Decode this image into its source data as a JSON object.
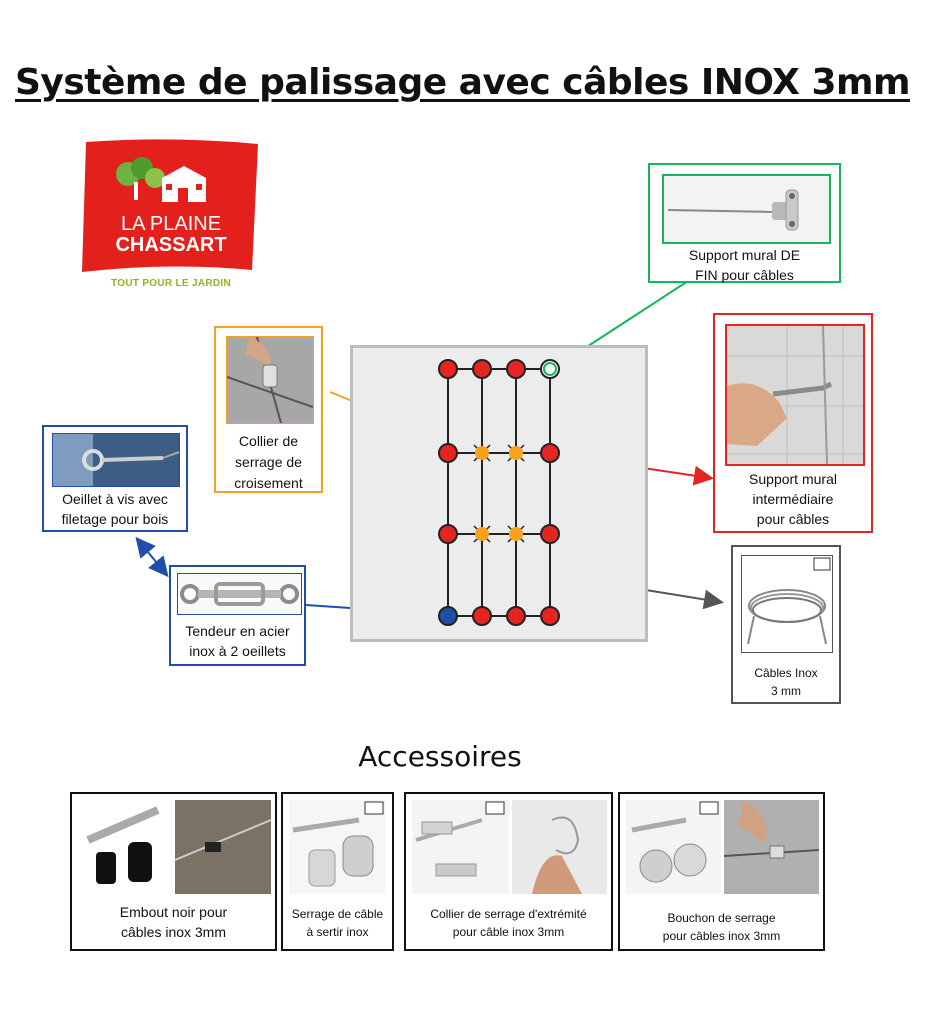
{
  "title": "Système de palissage avec câbles INOX 3mm",
  "logo": {
    "line1": "LA PLAINE",
    "line2": "CHASSART",
    "tagline": "TOUT POUR LE JARDIN",
    "brand_color": "#e3201b",
    "tagline_color": "#8bb522"
  },
  "callouts": {
    "support_fin": {
      "line1": "Support mural DE",
      "line2": "FIN pour câbles",
      "color": "#18b65a"
    },
    "support_intermediaire": {
      "line1": "Support mural",
      "line2": "intermédiaire",
      "line3": "pour câbles",
      "color": "#e52521"
    },
    "collier_croisement": {
      "line1": "Collier de",
      "line2": "serrage de",
      "line3": "croisement",
      "color": "#f6a21d"
    },
    "oeillet": {
      "line1": "Oeillet à vis avec",
      "line2": "filetage pour bois",
      "color": "#1f4fa8"
    },
    "tendeur": {
      "line1": "Tendeur en acier",
      "line2": "inox à 2 oeillets",
      "color": "#1f4fa8"
    },
    "cables": {
      "line1": "Câbles Inox",
      "line2": "3 mm",
      "color": "#555555"
    }
  },
  "accessories": {
    "heading": "Accessoires",
    "items": [
      {
        "line1": "Embout noir pour",
        "line2": "câbles inox 3mm"
      },
      {
        "line1": "Serrage de câble",
        "line2": "à sertir inox"
      },
      {
        "line1": "Collier de serrage d'extrémité",
        "line2": "pour câble inox 3mm"
      },
      {
        "line1": "Bouchon de serrage",
        "line2": "pour câbles inox 3mm"
      }
    ]
  }
}
